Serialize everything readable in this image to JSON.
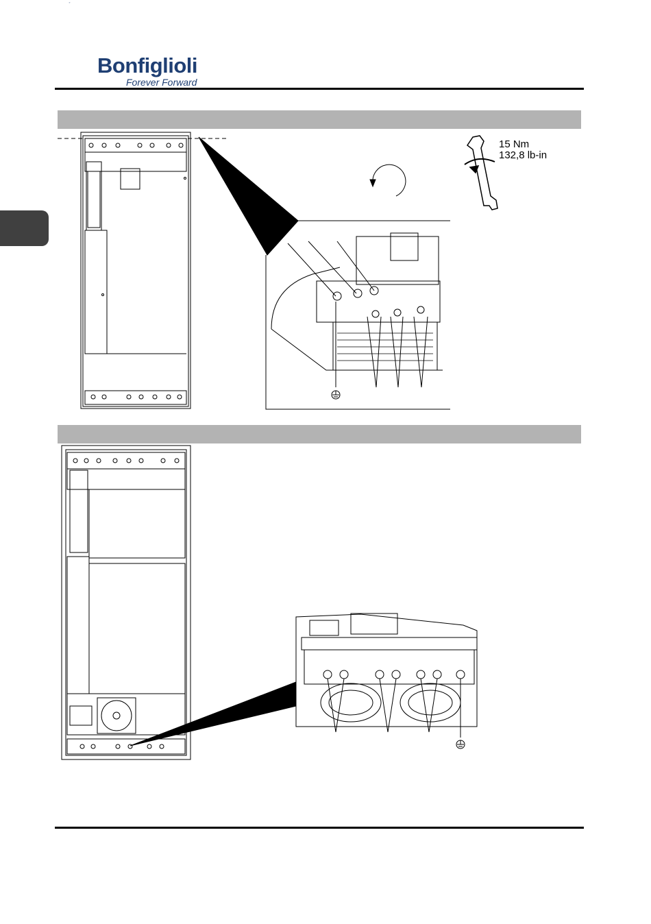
{
  "header": {
    "brand_name": "Bonfiglioli",
    "tagline": "Forever Forward",
    "brand_color": "#1f3f73"
  },
  "figure_top": {
    "torque_value": "15 Nm",
    "torque_imperial": "132,8 lb-in",
    "icons": [
      "wrench-icon",
      "rotation-arrow-icon",
      "ground-symbol-icon"
    ]
  },
  "figure_bottom": {
    "icons": [
      "ground-symbol-icon",
      "fan-icon"
    ]
  },
  "colors": {
    "section_bar": "#b3b3b3",
    "side_tab": "#404040",
    "line": "#000000"
  }
}
